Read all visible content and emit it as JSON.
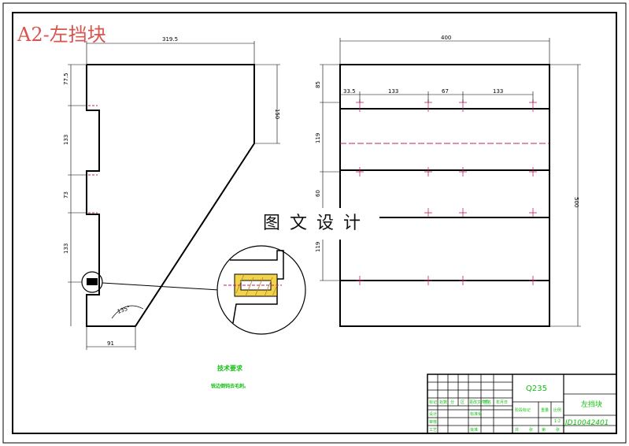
{
  "title": "A2-左挡块",
  "watermark": "图文设计",
  "dimensions": {
    "top_width": "319.5",
    "right_height": "150",
    "left_1": "77.5",
    "left_2": "133",
    "left_3": "73",
    "left_4": "133",
    "bottom_width": "91",
    "angle": "135°",
    "right_view_width": "400",
    "rv_left_1": "85",
    "rv_left_2": "119",
    "rv_left_3": "60",
    "rv_left_4": "119",
    "rv_height": "500",
    "rv_top_1": "33.5",
    "rv_top_2": "133",
    "rv_top_3": "67",
    "rv_top_4": "133"
  },
  "notes": {
    "heading": "技术要求",
    "line1": "锐边倒钝去毛刺。"
  },
  "title_block": {
    "material": "Q235",
    "part_name": "左挡块",
    "drawing_code": "JD10042401",
    "scale": "1:2",
    "cells": [
      "标记",
      "处数",
      "分",
      "区",
      "更改文件号",
      "签名",
      "年月日",
      "设计",
      "标准化",
      "审核",
      "工艺",
      "批准",
      "阶段标记",
      "重量",
      "比例",
      "共",
      "张",
      "第",
      "张"
    ]
  },
  "colors": {
    "line": "#000000",
    "center_line": "#c0206a",
    "title_red": "#d9534f",
    "note_green": "#10c010",
    "hatch_yellow": "#f2d44a"
  }
}
